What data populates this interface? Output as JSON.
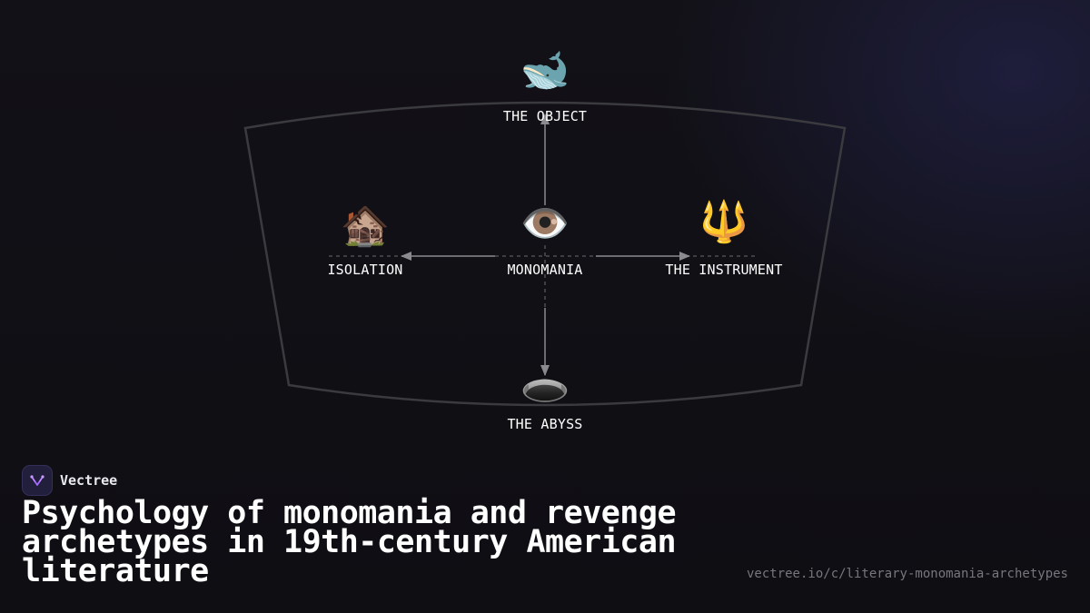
{
  "diagram": {
    "center": {
      "label": "MONOMANIA",
      "icon": "eye-icon",
      "glyph": "👁️"
    },
    "top": {
      "label": "THE OBJECT",
      "icon": "whale-icon",
      "glyph": "🐋"
    },
    "left": {
      "label": "ISOLATION",
      "icon": "derelict-house-icon",
      "glyph": "🏚️"
    },
    "right": {
      "label": "THE INSTRUMENT",
      "icon": "trident-icon",
      "glyph": "🔱"
    },
    "bottom": {
      "label": "THE ABYSS",
      "icon": "hole-icon",
      "glyph": "🕳️"
    }
  },
  "brand": {
    "name": "Vectree",
    "icon": "vectree-logo-icon"
  },
  "title": "Psychology of monomania and revenge archetypes in 19th-century American literature",
  "url": "vectree.io/c/literary-monomania-archetypes",
  "colors": {
    "background": "#0f0e13",
    "frame": "#3a3a3f",
    "connector": "#8a8a8f",
    "accent": "#a06bff"
  }
}
